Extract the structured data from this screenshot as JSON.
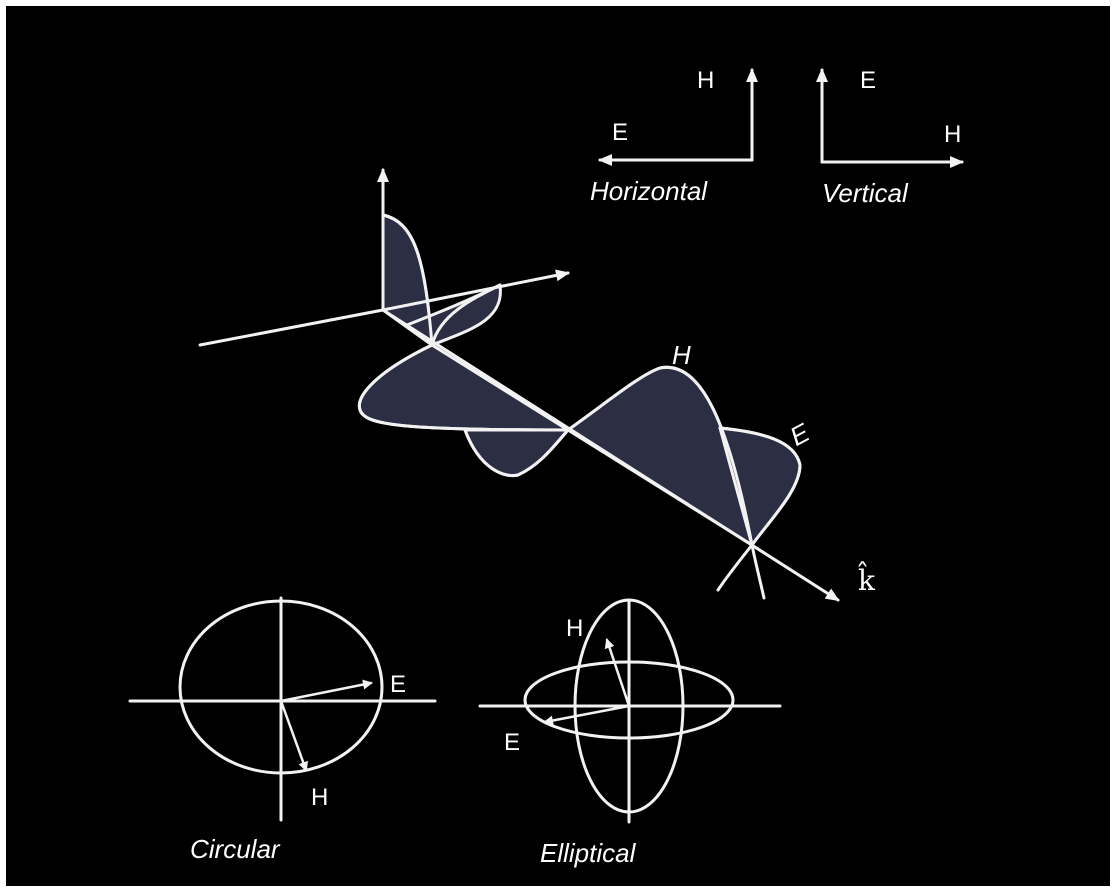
{
  "colors": {
    "background": "#000000",
    "line": "#f2f2f2",
    "fill": "#2c2e44"
  },
  "top_right": {
    "horizontal": {
      "h_label": "H",
      "e_label": "E",
      "caption": "Horizontal"
    },
    "vertical": {
      "e_label": "E",
      "h_label": "H",
      "caption": "Vertical"
    }
  },
  "wave": {
    "h_label": "H",
    "e_label": "E",
    "k_label": "k̂"
  },
  "bottom": {
    "circular": {
      "e_label": "E",
      "h_label": "H",
      "caption": "Circular"
    },
    "elliptical": {
      "h_label": "H",
      "e_label": "E",
      "caption": "Elliptical"
    }
  }
}
